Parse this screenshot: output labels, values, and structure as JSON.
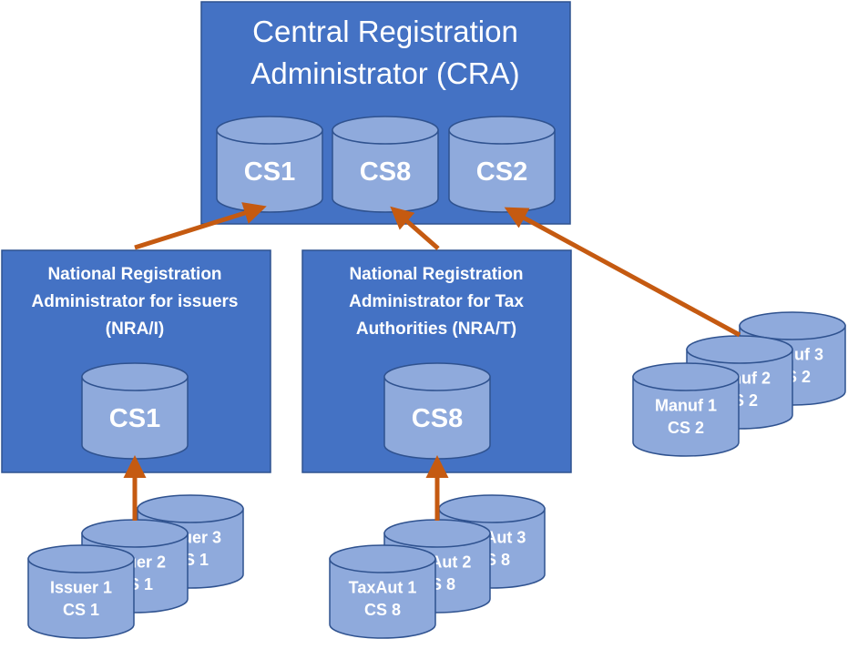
{
  "colors": {
    "box_fill": "#4472C4",
    "box_stroke": "#2F528F",
    "cylinder_fill": "#8FAADC",
    "cylinder_stroke": "#2F528F",
    "arrow": "#C55A11",
    "text_light": "#FFFFFF",
    "text_dark": "#FFFFFF"
  },
  "cra": {
    "title_line1": "Central Registration",
    "title_line2": "Administrator (CRA)",
    "stores": [
      "CS1",
      "CS8",
      "CS2"
    ]
  },
  "nra_i": {
    "title_line1": "National Registration",
    "title_line2": "Administrator for issuers",
    "title_line3": "(NRA/I)",
    "store": "CS1"
  },
  "nra_t": {
    "title_line1": "National Registration",
    "title_line2": "Administrator for Tax",
    "title_line3": "Authorities (NRA/T)",
    "store": "CS8"
  },
  "issuers": [
    {
      "line1": "Issuer 3",
      "line2": "CS 1"
    },
    {
      "line1": "Issuer 2",
      "line2": "CS 1"
    },
    {
      "line1": "Issuer 1",
      "line2": "CS 1"
    }
  ],
  "taxauts": [
    {
      "line1": "TaxAut 3",
      "line2": "CS 8"
    },
    {
      "line1": "TaxAut 2",
      "line2": "CS 8"
    },
    {
      "line1": "TaxAut 1",
      "line2": "CS 8"
    }
  ],
  "manufs": [
    {
      "line1": "Manuf 3",
      "line2": "CS 2"
    },
    {
      "line1": "Manuf 2",
      "line2": "CS 2"
    },
    {
      "line1": "Manuf 1",
      "line2": "CS 2"
    }
  ]
}
